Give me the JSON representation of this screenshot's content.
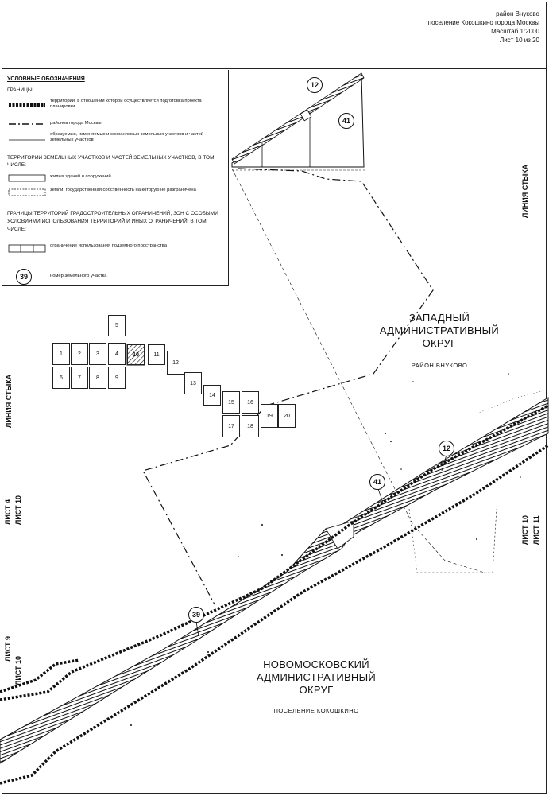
{
  "header": {
    "district": "район Внуково",
    "settlement": "поселение Кокошкино города Москвы",
    "scale": "Масштаб 1:2000",
    "sheet": "Лист  10 из 20"
  },
  "legend": {
    "title": "УСЛОВНЫЕ ОБОЗНАЧЕНИЯ",
    "boundaries_heading": "ГРАНИЦЫ",
    "items": [
      "территории, в отношении которой осуществляется подготовка проекта планировки",
      "районов города Москвы",
      "образуемых, изменяемых и сохраняемых земельных участков и частей земельных участков"
    ],
    "territories_heading": "ТЕРРИТОРИИ ЗЕМЕЛЬНЫХ УЧАСТКОВ И ЧАСТЕЙ ЗЕМЕЛЬНЫХ УЧАСТКОВ, В ТОМ ЧИСЛЕ:",
    "territory_items": [
      "жилых зданий и сооружений",
      "земли, государственная собственность на которую не разграничена"
    ],
    "restrictions_heading": "ГРАНИЦЫ ТЕРРИТОРИЙ ГРАДОСТРОИТЕЛЬНЫХ ОГРАНИЧЕНИЙ, ЗОН С ОСОБЫМИ УСЛОВИЯМИ ИСПОЛЬЗОВАНИЯ ТЕРРИТОРИЙ И ИНЫХ ОГРАНИЧЕНИЙ, В ТОМ ЧИСЛЕ:",
    "restriction_items": [
      "ограничение использования подземного пространства"
    ],
    "lot_number_example": "39",
    "lot_number_label": "номер земельного участка"
  },
  "map": {
    "west_okrug": [
      "ЗАПАДНЫЙ",
      "АДМИНИСТРАТИВНЫЙ",
      "ОКРУГ"
    ],
    "west_district": "РАЙОН ВНУКОВО",
    "nm_okrug": [
      "НОВОМОСКОВСКИЙ",
      "АДМИНИСТРАТИВНЫЙ",
      "ОКРУГ"
    ],
    "nm_settlement": "ПОСЕЛЕНИЕ КОКОШКИНО",
    "join_line_right": "ЛИНИЯ СТЫКА",
    "join_line_left": "ЛИНИЯ СТЫКА",
    "sheet_4": "ЛИСТ 4",
    "sheet_10_left": "ЛИСТ 10",
    "sheet_9": "ЛИСТ 9",
    "sheet_10_bl": "ЛИСТ 10",
    "sheet_10_right": "ЛИСТ 10",
    "sheet_11": "ЛИСТ 11",
    "lot_12": "12",
    "lot_41": "41",
    "lot_39": "39",
    "lot_12_inset": "12",
    "lot_41_inset": "41"
  },
  "index_lots": [
    "1",
    "2",
    "3",
    "4",
    "5",
    "6",
    "7",
    "8",
    "9",
    "10",
    "11",
    "12",
    "13",
    "14",
    "15",
    "16",
    "17",
    "18",
    "19",
    "20"
  ],
  "colors": {
    "line": "#111111",
    "background": "#ffffff"
  }
}
